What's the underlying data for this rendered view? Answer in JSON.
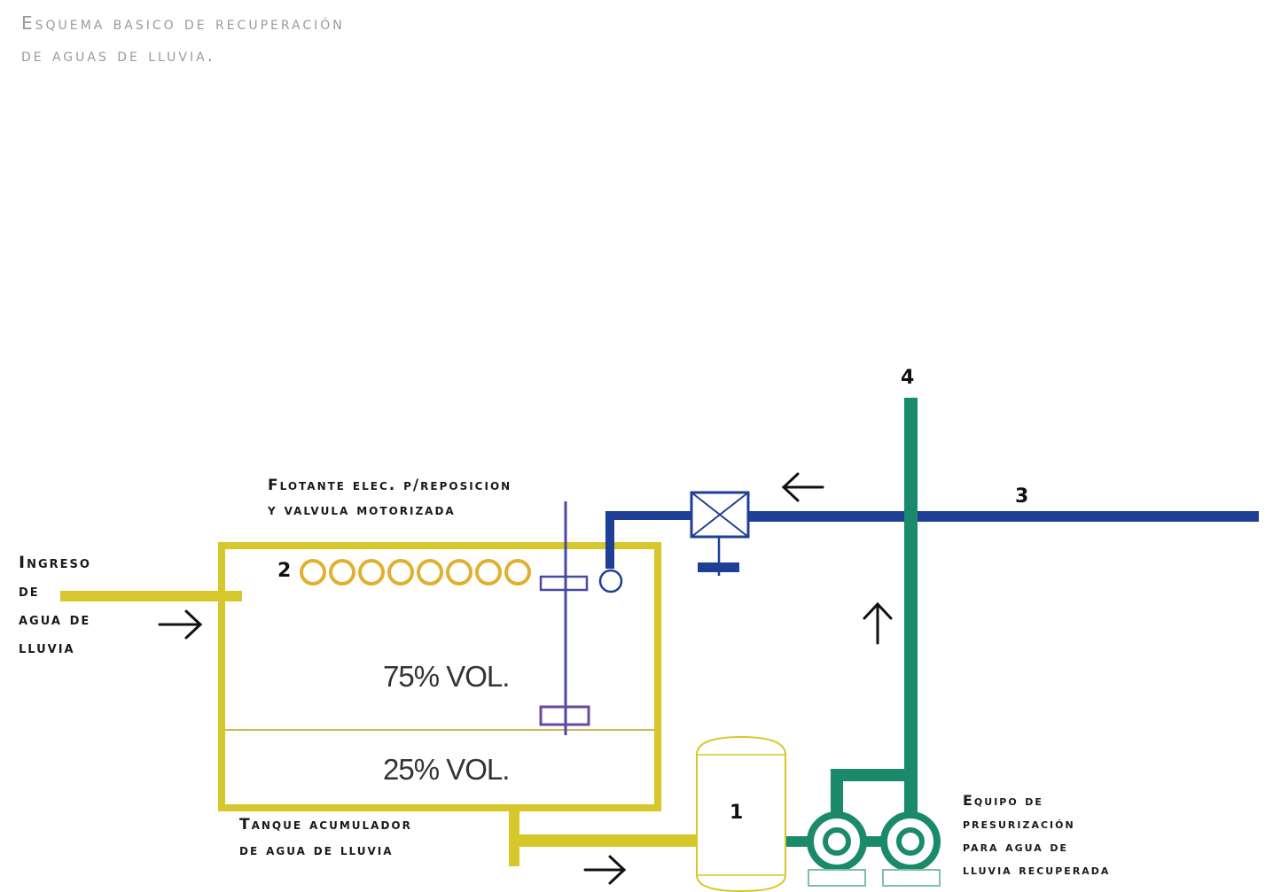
{
  "header": {
    "line1": "Esquema basico de recuperación",
    "line2": "de aguas de lluvia."
  },
  "labels": {
    "inlet": [
      "Ingreso",
      "de",
      "agua de",
      "lluvia"
    ],
    "float_valve": [
      "Flotante elec. p/reposicion",
      "y valvula motorizada"
    ],
    "tank": [
      "Tanque acumulador",
      "de agua de lluvia"
    ],
    "pressurization": [
      "Equipo de",
      "presurización",
      "para agua de",
      "lluvia recuperada"
    ]
  },
  "tank_levels": {
    "upper": "75% VOL.",
    "lower": "25% VOL."
  },
  "markers": {
    "n1": "1",
    "n2": "2",
    "n3": "3",
    "n4": "4"
  },
  "colors": {
    "rainwater": "#d6c72a",
    "network": "#1f3f96",
    "recovered": "#1a8a6a",
    "float_line": "#4a4aa0",
    "coil": "#e0b030"
  }
}
